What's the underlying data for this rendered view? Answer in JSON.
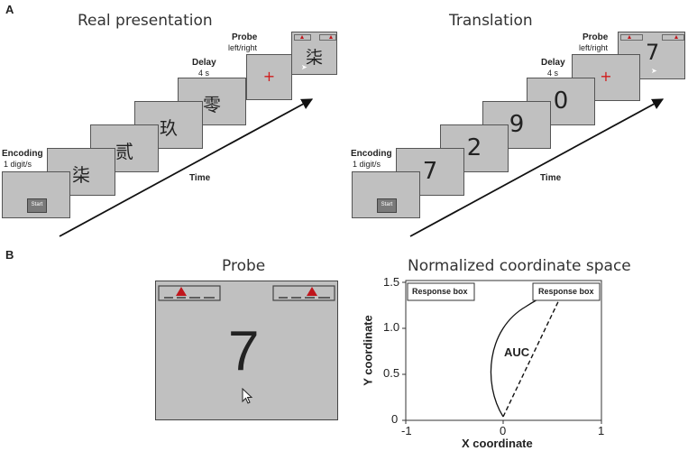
{
  "panel_a": {
    "letter": "A",
    "left": {
      "title": "Real presentation",
      "encoding_label": "Encoding",
      "encoding_rate": "1 digit/s",
      "start": "Start",
      "stimuli": [
        "柒",
        "贰",
        "玖",
        "零"
      ],
      "fixation": "+",
      "delay_label": "Delay",
      "delay_value": "4 s",
      "probe_label": "Probe",
      "probe_value": "left/right",
      "probe_stimulus": "柒",
      "time_label": "Time"
    },
    "right": {
      "title": "Translation",
      "encoding_label": "Encoding",
      "encoding_rate": "1 digit/s",
      "start": "Start",
      "stimuli": [
        "7",
        "2",
        "9",
        "0"
      ],
      "fixation": "+",
      "delay_label": "Delay",
      "delay_value": "4 s",
      "probe_label": "Probe",
      "probe_value": "left/right",
      "probe_stimulus": "7",
      "time_label": "Time"
    }
  },
  "panel_b": {
    "letter": "B",
    "probe": {
      "title": "Probe",
      "digit": "7",
      "marker_color": "#c0161c"
    },
    "coord": {
      "title": "Normalized coordinate space",
      "response_box_left": "Response box",
      "response_box_right": "Response box",
      "auc_label": "AUC",
      "xlabel": "X coordinate",
      "ylabel": "Y coordinate",
      "x_ticks": [
        "-1",
        "0",
        "1"
      ],
      "y_ticks": [
        "0",
        "0.5",
        "1.0",
        "1.5"
      ]
    }
  }
}
